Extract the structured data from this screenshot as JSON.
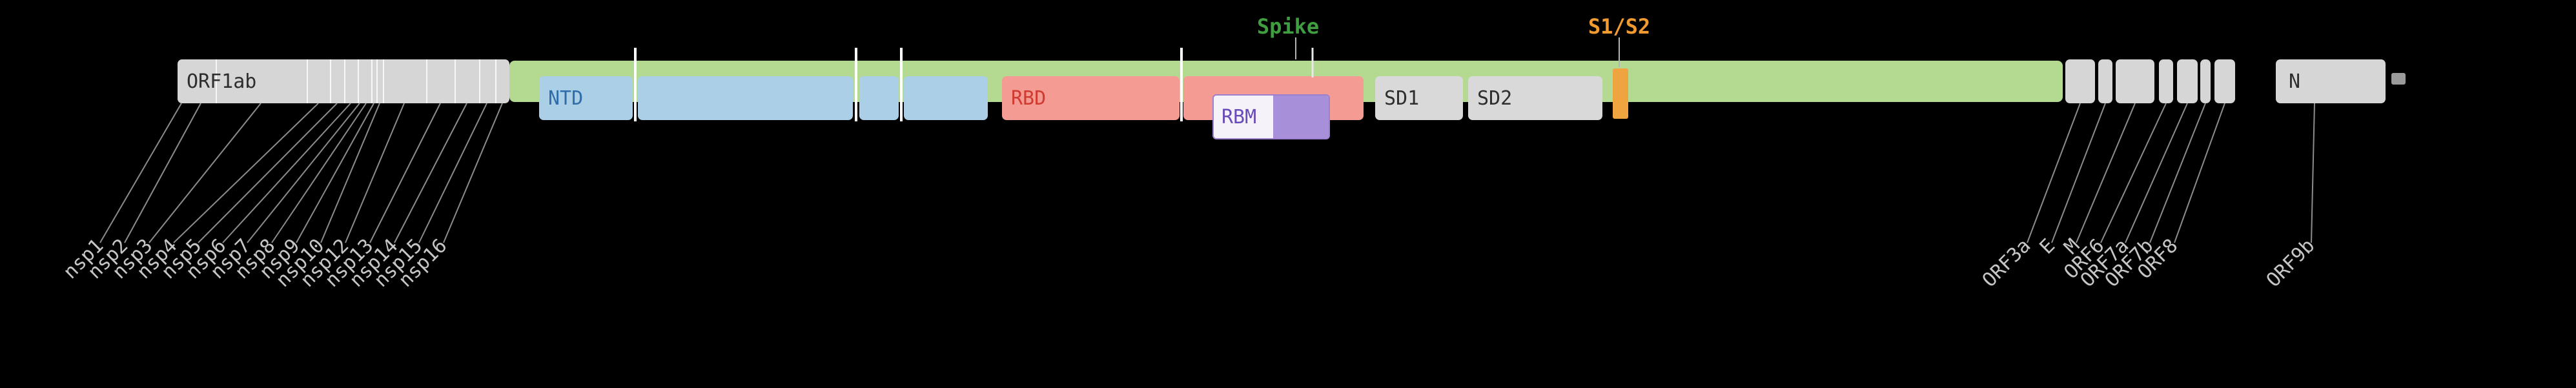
{
  "annotations": {
    "spike": {
      "label": "Spike",
      "color": "#3f9e3f"
    },
    "s1s2": {
      "label": "S1/S2",
      "color": "#f09a30"
    }
  },
  "genes": {
    "orf1ab": "ORF1ab",
    "n": "N"
  },
  "spike_domains": {
    "ntd": "NTD",
    "rbd": "RBD",
    "rbm": "RBM",
    "sd1": "SD1",
    "sd2": "SD2"
  },
  "nsp_labels": [
    "nsp1",
    "nsp2",
    "nsp3",
    "nsp4",
    "nsp5",
    "nsp6",
    "nsp7",
    "nsp8",
    "nsp9",
    "nsp10",
    "nsp12",
    "nsp13",
    "nsp14",
    "nsp15",
    "nsp16"
  ],
  "orf_labels": [
    "ORF3a",
    "E",
    "M",
    "ORF6",
    "ORF7a",
    "ORF7b",
    "ORF8"
  ],
  "n_region_labels": [
    "ORF9b"
  ],
  "colors": {
    "background": "#000000",
    "gene_box": "#d6d6d6",
    "spike_bar": "#b3da90",
    "ntd_fill": "#aacfe7",
    "rbd_fill": "#f49b93",
    "rbm_fill": "#a88fd9",
    "rbm_border": "#9a80cf",
    "sd_fill": "#d9d9d9",
    "s1s2_site_fill": "#f0a440"
  }
}
